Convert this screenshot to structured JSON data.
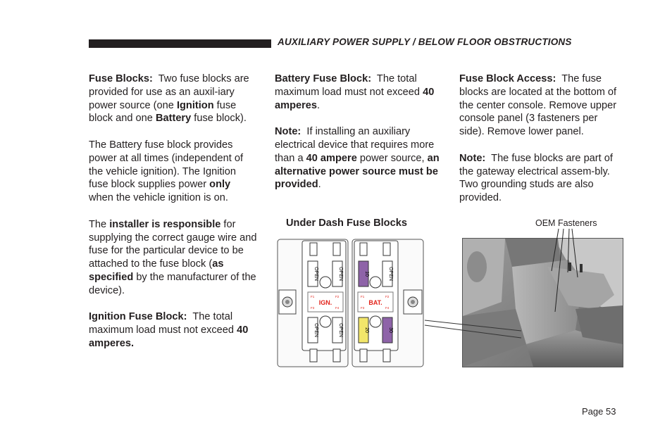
{
  "header": {
    "title": "AUXILIARY POWER SUPPLY / BELOW FLOOR OBSTRUCTIONS"
  },
  "col1": {
    "p1": {
      "h": "Fuse Blocks:",
      "t1": "Two fuse blocks are provided for use as an auxil-iary power source (one ",
      "b1": "Ignition",
      "t2": " fuse block and one ",
      "b2": "Battery",
      "t3": " fuse block)."
    },
    "p2": {
      "t1": "The Battery fuse block provides power at all times (independent of the vehicle ignition).  The Ignition fuse block supplies power ",
      "b1": "only",
      "t2": " when the vehicle ignition is on."
    },
    "p3": {
      "t1": "The ",
      "b1": "installer is responsible",
      "t2": " for supplying the correct gauge wire and fuse for the particular device to be attached to the fuse block (",
      "b2": "as specified",
      "t3": " by the manufacturer of the device)."
    },
    "p4": {
      "h": "Ignition Fuse Block:",
      "t1": "The total maximum load must not exceed ",
      "b1": "40 amperes."
    }
  },
  "col2": {
    "p1": {
      "h": "Battery Fuse Block:",
      "t1": "The total maximum load must not exceed ",
      "b1": "40 amperes",
      "t2": "."
    },
    "p2": {
      "h": "Note:",
      "t1": "If installing an auxiliary electrical device that requires more than a ",
      "b1": "40 ampere",
      "t2": " power source, ",
      "b2": "an alternative power source must be provided",
      "t3": "."
    }
  },
  "col3": {
    "p1": {
      "h": "Fuse Block Access:",
      "t1": "The fuse blocks are located at the bottom of the center console.  Remove upper console panel (3 fasteners per side).  Remove lower panel."
    },
    "p2": {
      "h": "Note:",
      "t1": "The fuse blocks are part of the gateway electrical assem-bly.  Two grounding studs are also provided."
    }
  },
  "figure": {
    "caption": "Under Dash Fuse Blocks",
    "ign_label": "IGN.",
    "bat_label": "BAT.",
    "open_label": "OPEN",
    "fuse_10": "10",
    "fuse_20": "20",
    "fuse_30": "30",
    "f1": "F1",
    "f2": "F2",
    "f3": "F3",
    "f4": "F4",
    "colors": {
      "purple": "#8e63a8",
      "yellow": "#f2e66a",
      "ign_red": "#e2231a",
      "bat_red": "#e2231a"
    }
  },
  "photo": {
    "label": "OEM Fasteners"
  },
  "footer": {
    "page": "Page 53"
  }
}
